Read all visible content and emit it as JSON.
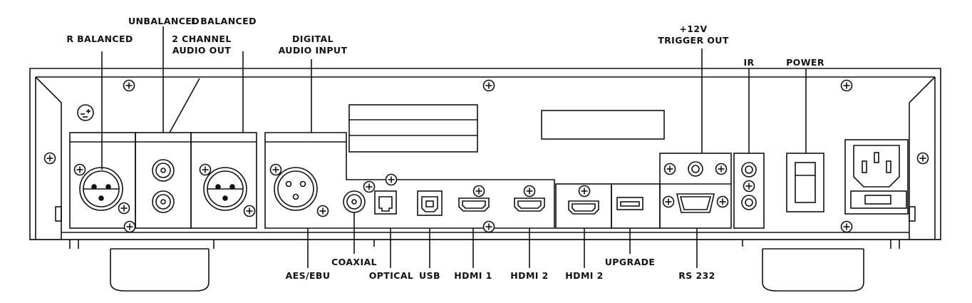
{
  "labels": {
    "r_balanced": "R BALANCED",
    "unbalanced": "UNBALANCED",
    "l_balanced": "L BALANCED",
    "two_channel_line1": "2 CHANNEL",
    "two_channel_line2": "AUDIO OUT",
    "digital_line1": "DIGITAL",
    "digital_line2": "AUDIO INPUT",
    "trigger_line1": "+12V",
    "trigger_line2": "TRIGGER OUT",
    "ir": "IR",
    "power": "POWER",
    "aes_ebu": "AES/EBU",
    "coaxial": "COAXIAL",
    "optical": "OPTICAL",
    "usb": "USB",
    "hdmi1": "HDMI 1",
    "hdmi2_a": "HDMI 2",
    "hdmi2_b": "HDMI 2",
    "upgrade": "UPGRADE",
    "rs232": "RS 232"
  },
  "colors": {
    "stroke": "#111111",
    "panel": "#ffffff"
  }
}
